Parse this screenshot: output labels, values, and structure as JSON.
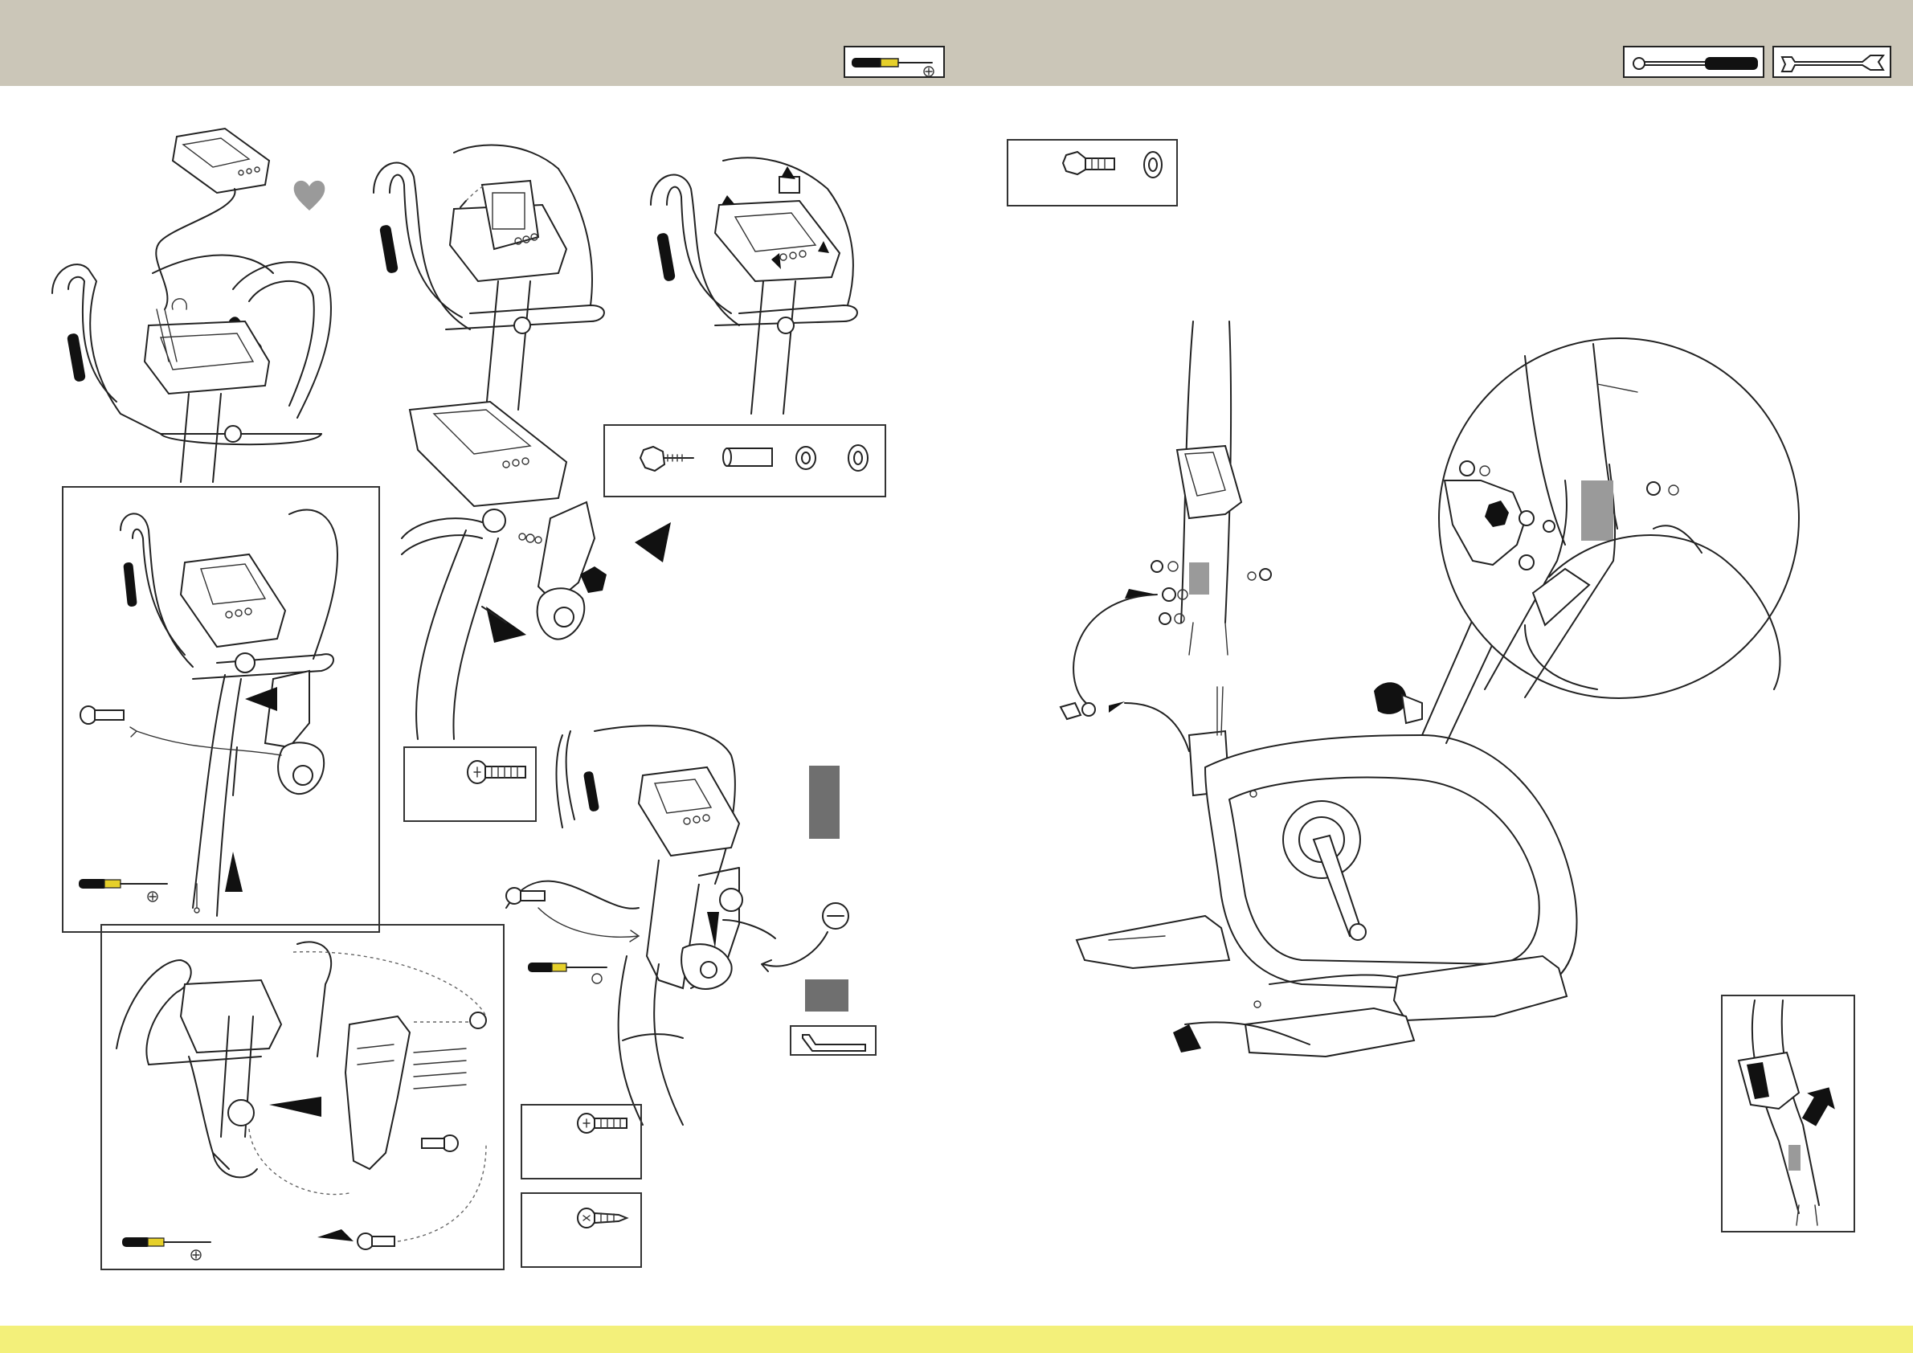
{
  "page": {
    "header_color": "#cbc6b8",
    "footer_color": "#f3f07a",
    "accent_gray": "#6f6f6f"
  },
  "header_tools": [
    {
      "name": "screwdriver",
      "icon": "screwdriver-icon"
    },
    {
      "name": "torque-wrench",
      "icon": "torque-wrench-icon"
    },
    {
      "name": "open-end-wrench",
      "icon": "open-wrench-icon"
    }
  ],
  "hardware_icons": [
    "hex-bolt-icon",
    "washer-icon",
    "knob-bolt-icon",
    "spacer-sleeve-icon",
    "spring-washer-icon",
    "flat-washer-icon",
    "phillips-screw-icon",
    "tapping-screw-icon",
    "allen-key-icon",
    "heart-icon",
    "arrow-icon"
  ]
}
